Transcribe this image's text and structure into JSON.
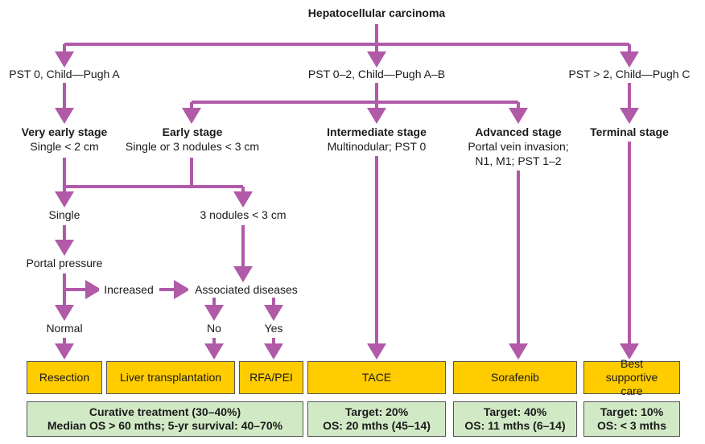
{
  "title": "Hepatocellular carcinoma",
  "branches": {
    "left": "PST 0, Child—Pugh A",
    "middle": "PST 0–2, Child—Pugh A–B",
    "right": "PST > 2, Child—Pugh C"
  },
  "stages": {
    "very_early": {
      "title": "Very early stage",
      "sub": "Single < 2 cm"
    },
    "early": {
      "title": "Early stage",
      "sub": "Single or 3 nodules < 3 cm"
    },
    "intermediate": {
      "title": "Intermediate stage",
      "sub": "Multinodular; PST 0"
    },
    "advanced": {
      "title": "Advanced stage",
      "sub1": "Portal vein invasion;",
      "sub2": "N1, M1; PST 1–2"
    },
    "terminal": {
      "title": "Terminal stage"
    }
  },
  "nodes": {
    "single": "Single",
    "three_nodules": "3 nodules < 3 cm",
    "portal_pressure": "Portal pressure",
    "increased": "Increased",
    "associated_diseases": "Associated diseases",
    "normal": "Normal",
    "no": "No",
    "yes": "Yes"
  },
  "treatments": {
    "resection": "Resection",
    "liver_transplantation": "Liver transplantation",
    "rfa_pei": "RFA/PEI",
    "tace": "TACE",
    "sorafenib": "Sorafenib",
    "best_supportive_care": "Best supportive care"
  },
  "outcomes": {
    "curative": {
      "line1": "Curative treatment (30–40%)",
      "line2": "Median OS > 60 mths; 5-yr survival: 40–70%"
    },
    "tace": {
      "line1": "Target: 20%",
      "line2": "OS: 20 mths (45–14)"
    },
    "sorafenib": {
      "line1": "Target: 40%",
      "line2": "OS: 11 mths (6–14)"
    },
    "supportive": {
      "line1": "Target: 10%",
      "line2": "OS: < 3 mths"
    }
  },
  "colors": {
    "connector": "#b05aa8",
    "treatment_box": "#ffcc00",
    "outcome_box": "#d2e9c6"
  }
}
